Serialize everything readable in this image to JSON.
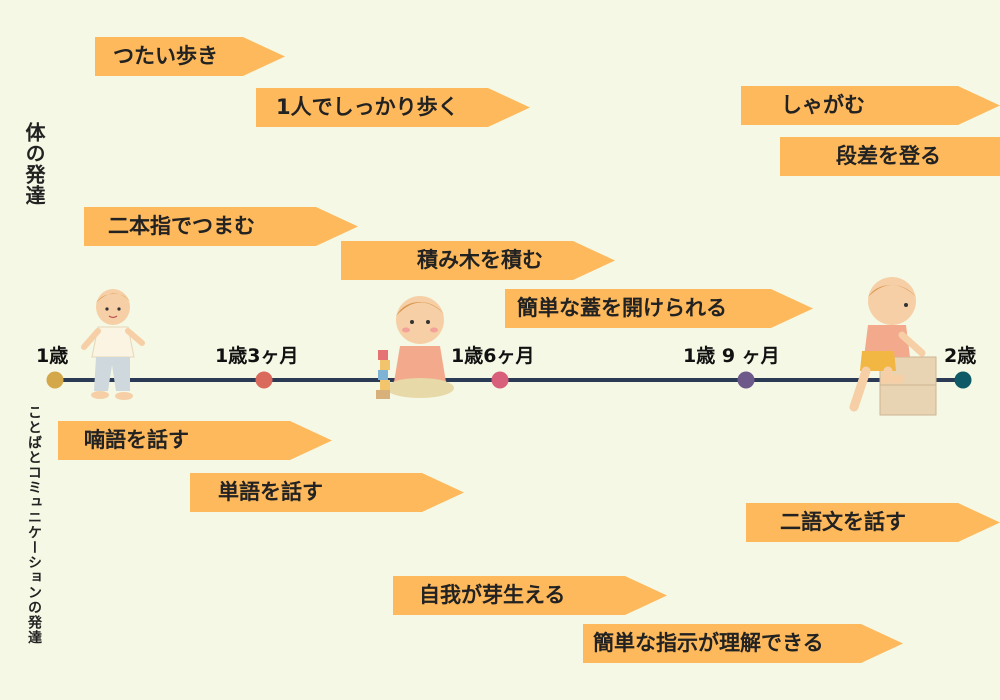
{
  "sections": {
    "body": "体の発達",
    "language": "ことばとコミュニケーションの発達"
  },
  "timeline": {
    "ticks": [
      {
        "label": "1歳",
        "color": "#d4a84a"
      },
      {
        "label": "1歳3ヶ月",
        "color": "#d96a5c"
      },
      {
        "label": "1歳6ヶ月",
        "color": "#d9607a"
      },
      {
        "label": "1歳 9 ヶ月",
        "color": "#6e5a8a"
      },
      {
        "label": "2歳",
        "color": "#0e5a66"
      }
    ],
    "line_color": "#2b3a55"
  },
  "body_milestones": [
    "つたい歩き",
    "1人でしっかり歩く",
    "しゃがむ",
    "段差を登る",
    "二本指でつまむ",
    "積み木を積む",
    "簡単な蓋を開けられる"
  ],
  "language_milestones": [
    "喃語を話す",
    "単語を話す",
    "二語文を話す",
    "自我が芽生える",
    "簡単な指示が理解できる"
  ],
  "colors": {
    "background": "#f5f8e4",
    "arrow": "#fdb95c"
  },
  "illustrations": [
    "standing-baby",
    "sitting-baby-with-blocks",
    "climbing-baby"
  ]
}
